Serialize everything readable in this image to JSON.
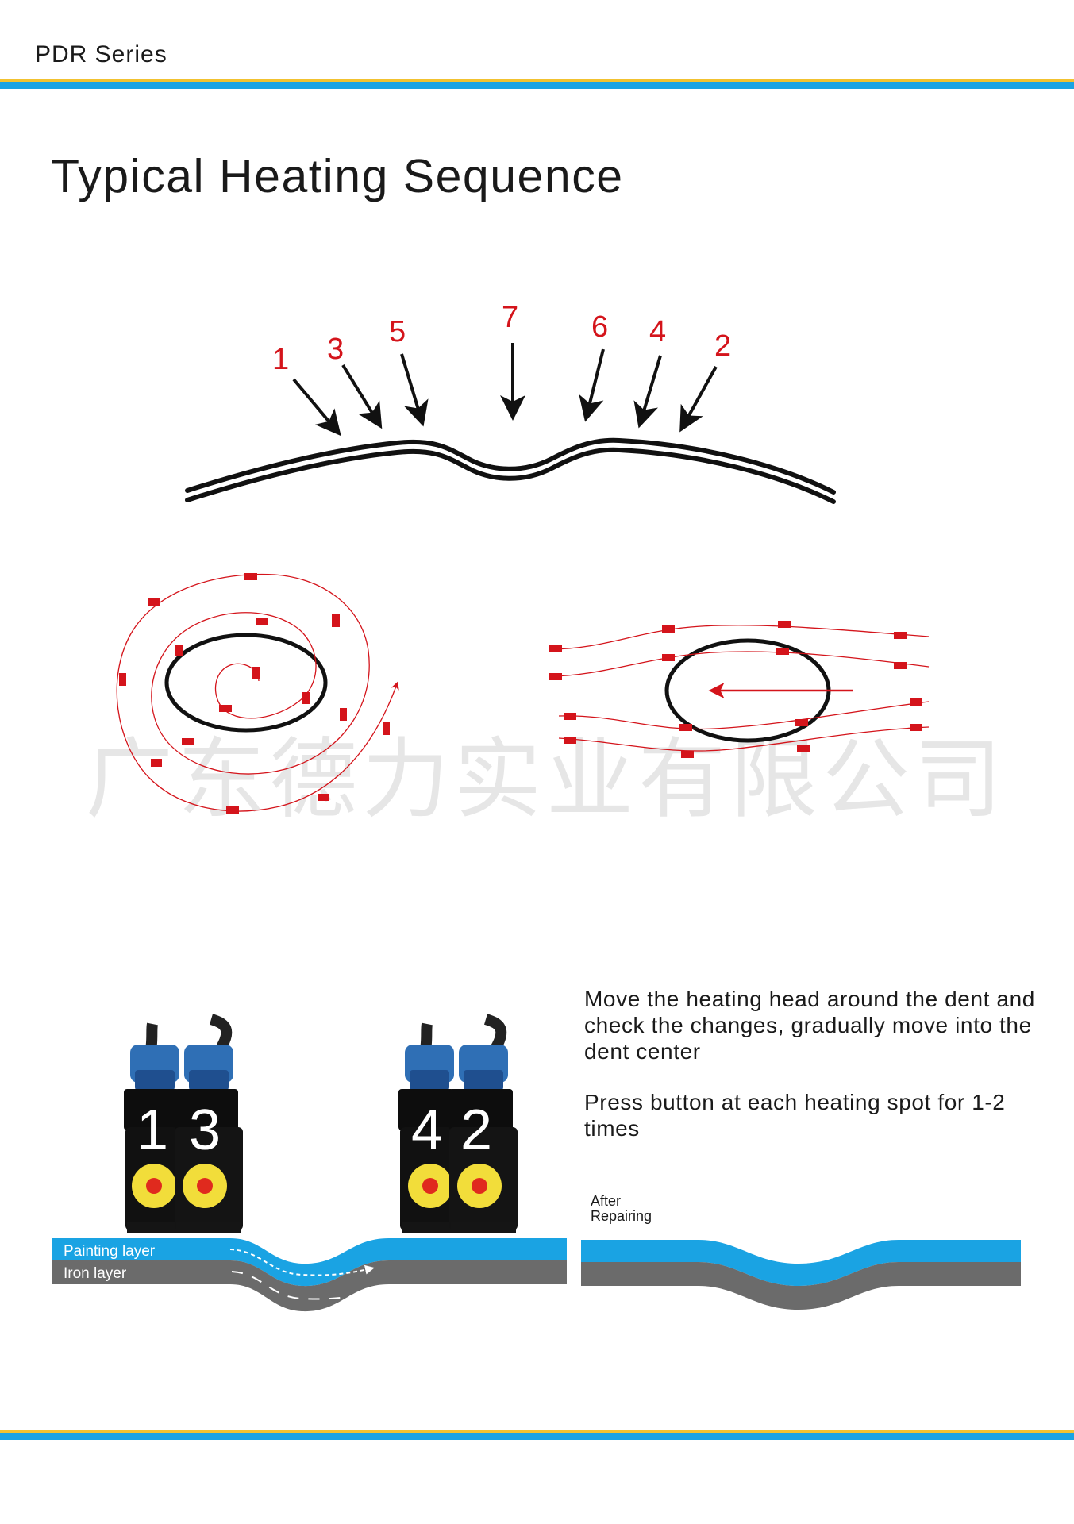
{
  "header": {
    "series_label": "PDR Series"
  },
  "page_title": "Typical Heating Sequence",
  "sequence": [
    {
      "label": "1"
    },
    {
      "label": "3"
    },
    {
      "label": "5"
    },
    {
      "label": "7"
    },
    {
      "label": "6"
    },
    {
      "label": "4"
    },
    {
      "label": "2"
    }
  ],
  "watermark": "广东德力实业有限公司",
  "heads": {
    "left_pair": [
      "1",
      "3"
    ],
    "right_pair": [
      "4",
      "2"
    ]
  },
  "layers": {
    "painting": "Painting layer",
    "iron": "Iron layer"
  },
  "after_label_line1": "After",
  "after_label_line2": "Repairing",
  "instructions": {
    "line1": "Move the heating head around the dent and check the changes, gradually move into the dent center",
    "line2": "Press button at each heating spot for 1-2 times"
  },
  "colors": {
    "accent_blue": "#1aa3e3",
    "accent_yellow": "#f2c230",
    "sequence_red": "#d4141b",
    "iron_gray": "#6b6b6b"
  }
}
